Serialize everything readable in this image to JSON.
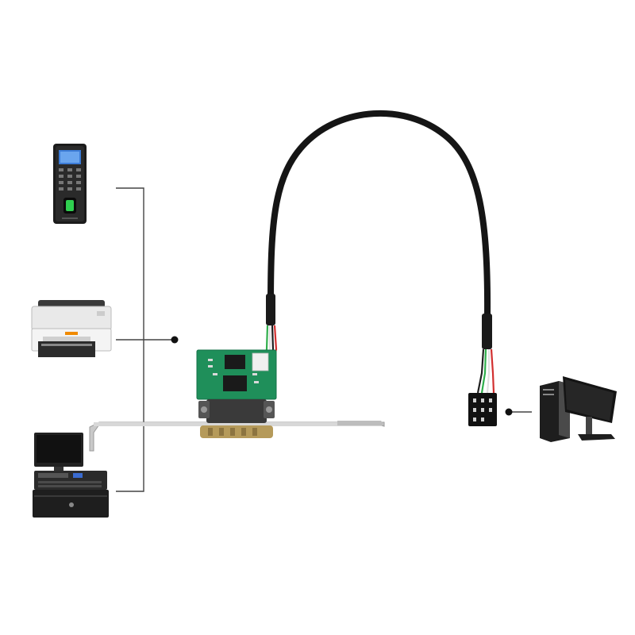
{
  "diagram": {
    "devices_left": [
      {
        "name": "fingerprint-terminal",
        "icon": "fingerprint-scanner-icon"
      },
      {
        "name": "printer",
        "icon": "printer-icon"
      },
      {
        "name": "pos-terminal",
        "icon": "cash-register-icon"
      }
    ],
    "center_device": {
      "name": "serial-port-card",
      "icon": "db9-serial-card-icon"
    },
    "cable": {
      "name": "usb-header-cable",
      "icon": "cable-icon"
    },
    "device_right": {
      "name": "desktop-computer",
      "icon": "desktop-pc-icon"
    },
    "colors": {
      "background": "#ffffff",
      "connector_line": "#444444",
      "dot": "#111111",
      "pcb_green": "#1f8f5a",
      "cable_black": "#151515",
      "bracket_metal": "#c9c9c9"
    }
  }
}
